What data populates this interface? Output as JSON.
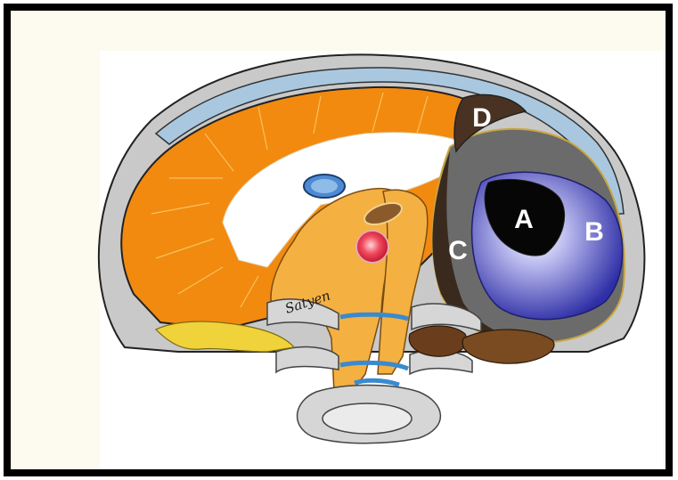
{
  "labels": {
    "a": "A",
    "b": "B",
    "c": "C",
    "d": "D"
  },
  "signature": "Satyen",
  "colors": {
    "frame": "#000000",
    "background": "#fdfbf0",
    "liver": "#f28a10",
    "outer_rim": "#c7c7c7",
    "diaphragm": "#a9c8e0",
    "cyst_gray": "#6b6b6b",
    "cyst_dark": "#2b2b2b",
    "region_d": "#4a3222",
    "region_b": "#3a3ab8",
    "crus": "#f5b042",
    "vertebra": "#d6d6d6",
    "kidney": "#6a3e1c"
  }
}
